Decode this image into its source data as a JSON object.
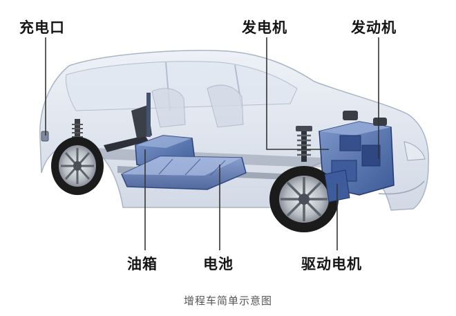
{
  "labels": {
    "charging_port": "充电口",
    "generator": "发电机",
    "engine": "发动机",
    "fuel_tank": "油箱",
    "battery": "电池",
    "drive_motor": "驱动电机"
  },
  "caption": "增程车简单示意图",
  "colors": {
    "component_blue": "#4f6fae",
    "body_glass": "#c9d3e3",
    "leader_line": "#333333",
    "tire": "#1b1b1b",
    "rim": "#b9bdc4"
  }
}
